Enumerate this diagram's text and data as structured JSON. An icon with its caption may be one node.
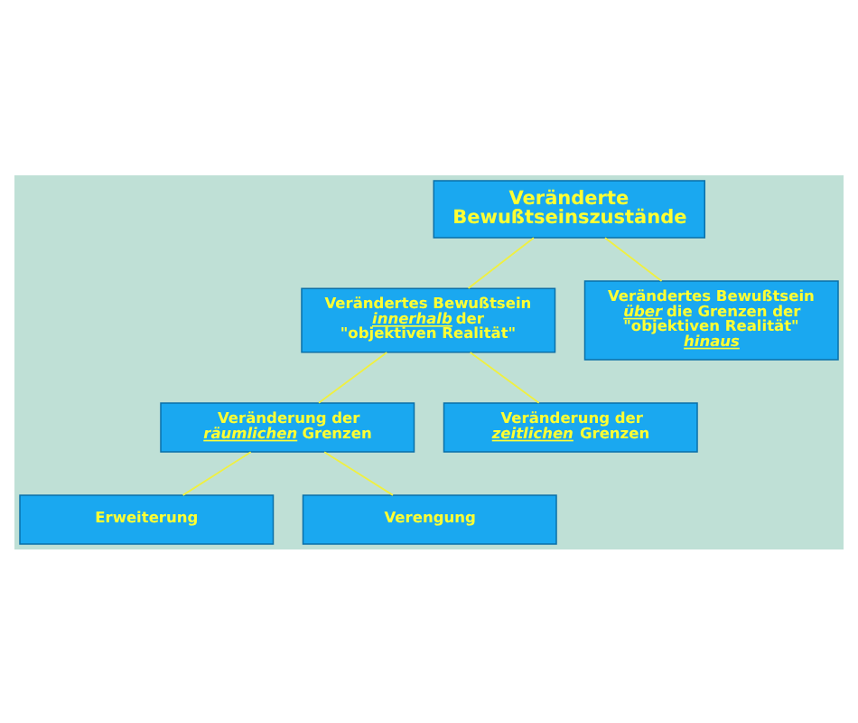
{
  "diagram": {
    "nodes": [
      {
        "text": [
          "Veränderte Bewußtseinszustände"
        ]
      },
      {
        "text": [
          "Verändertes Bewußtsein *innerhalb* der \"objektiven Realität\""
        ]
      },
      {
        "text": [
          "Verändertes Bewußtsein *über* die Grenzen der \"objektiven Realität\" *hinaus*"
        ]
      },
      {
        "text": [
          "Veränderung der *räumlichen* Grenzen"
        ]
      },
      {
        "text": [
          "Veränderung der *zeitlichen* Grenzen"
        ]
      },
      {
        "text": [
          "Erweiterung"
        ]
      },
      {
        "text": [
          "Verengung"
        ]
      }
    ],
    "edges": [
      {
        "from": 0,
        "to": 1,
        "arrow": "none"
      },
      {
        "from": 0,
        "to": 2,
        "arrow": "none"
      },
      {
        "from": 1,
        "to": 3,
        "arrow": "none"
      },
      {
        "from": 1,
        "to": 4,
        "arrow": "none"
      },
      {
        "from": 3,
        "to": 5,
        "arrow": "none"
      },
      {
        "from": 3,
        "to": 6,
        "arrow": "none"
      }
    ]
  }
}
